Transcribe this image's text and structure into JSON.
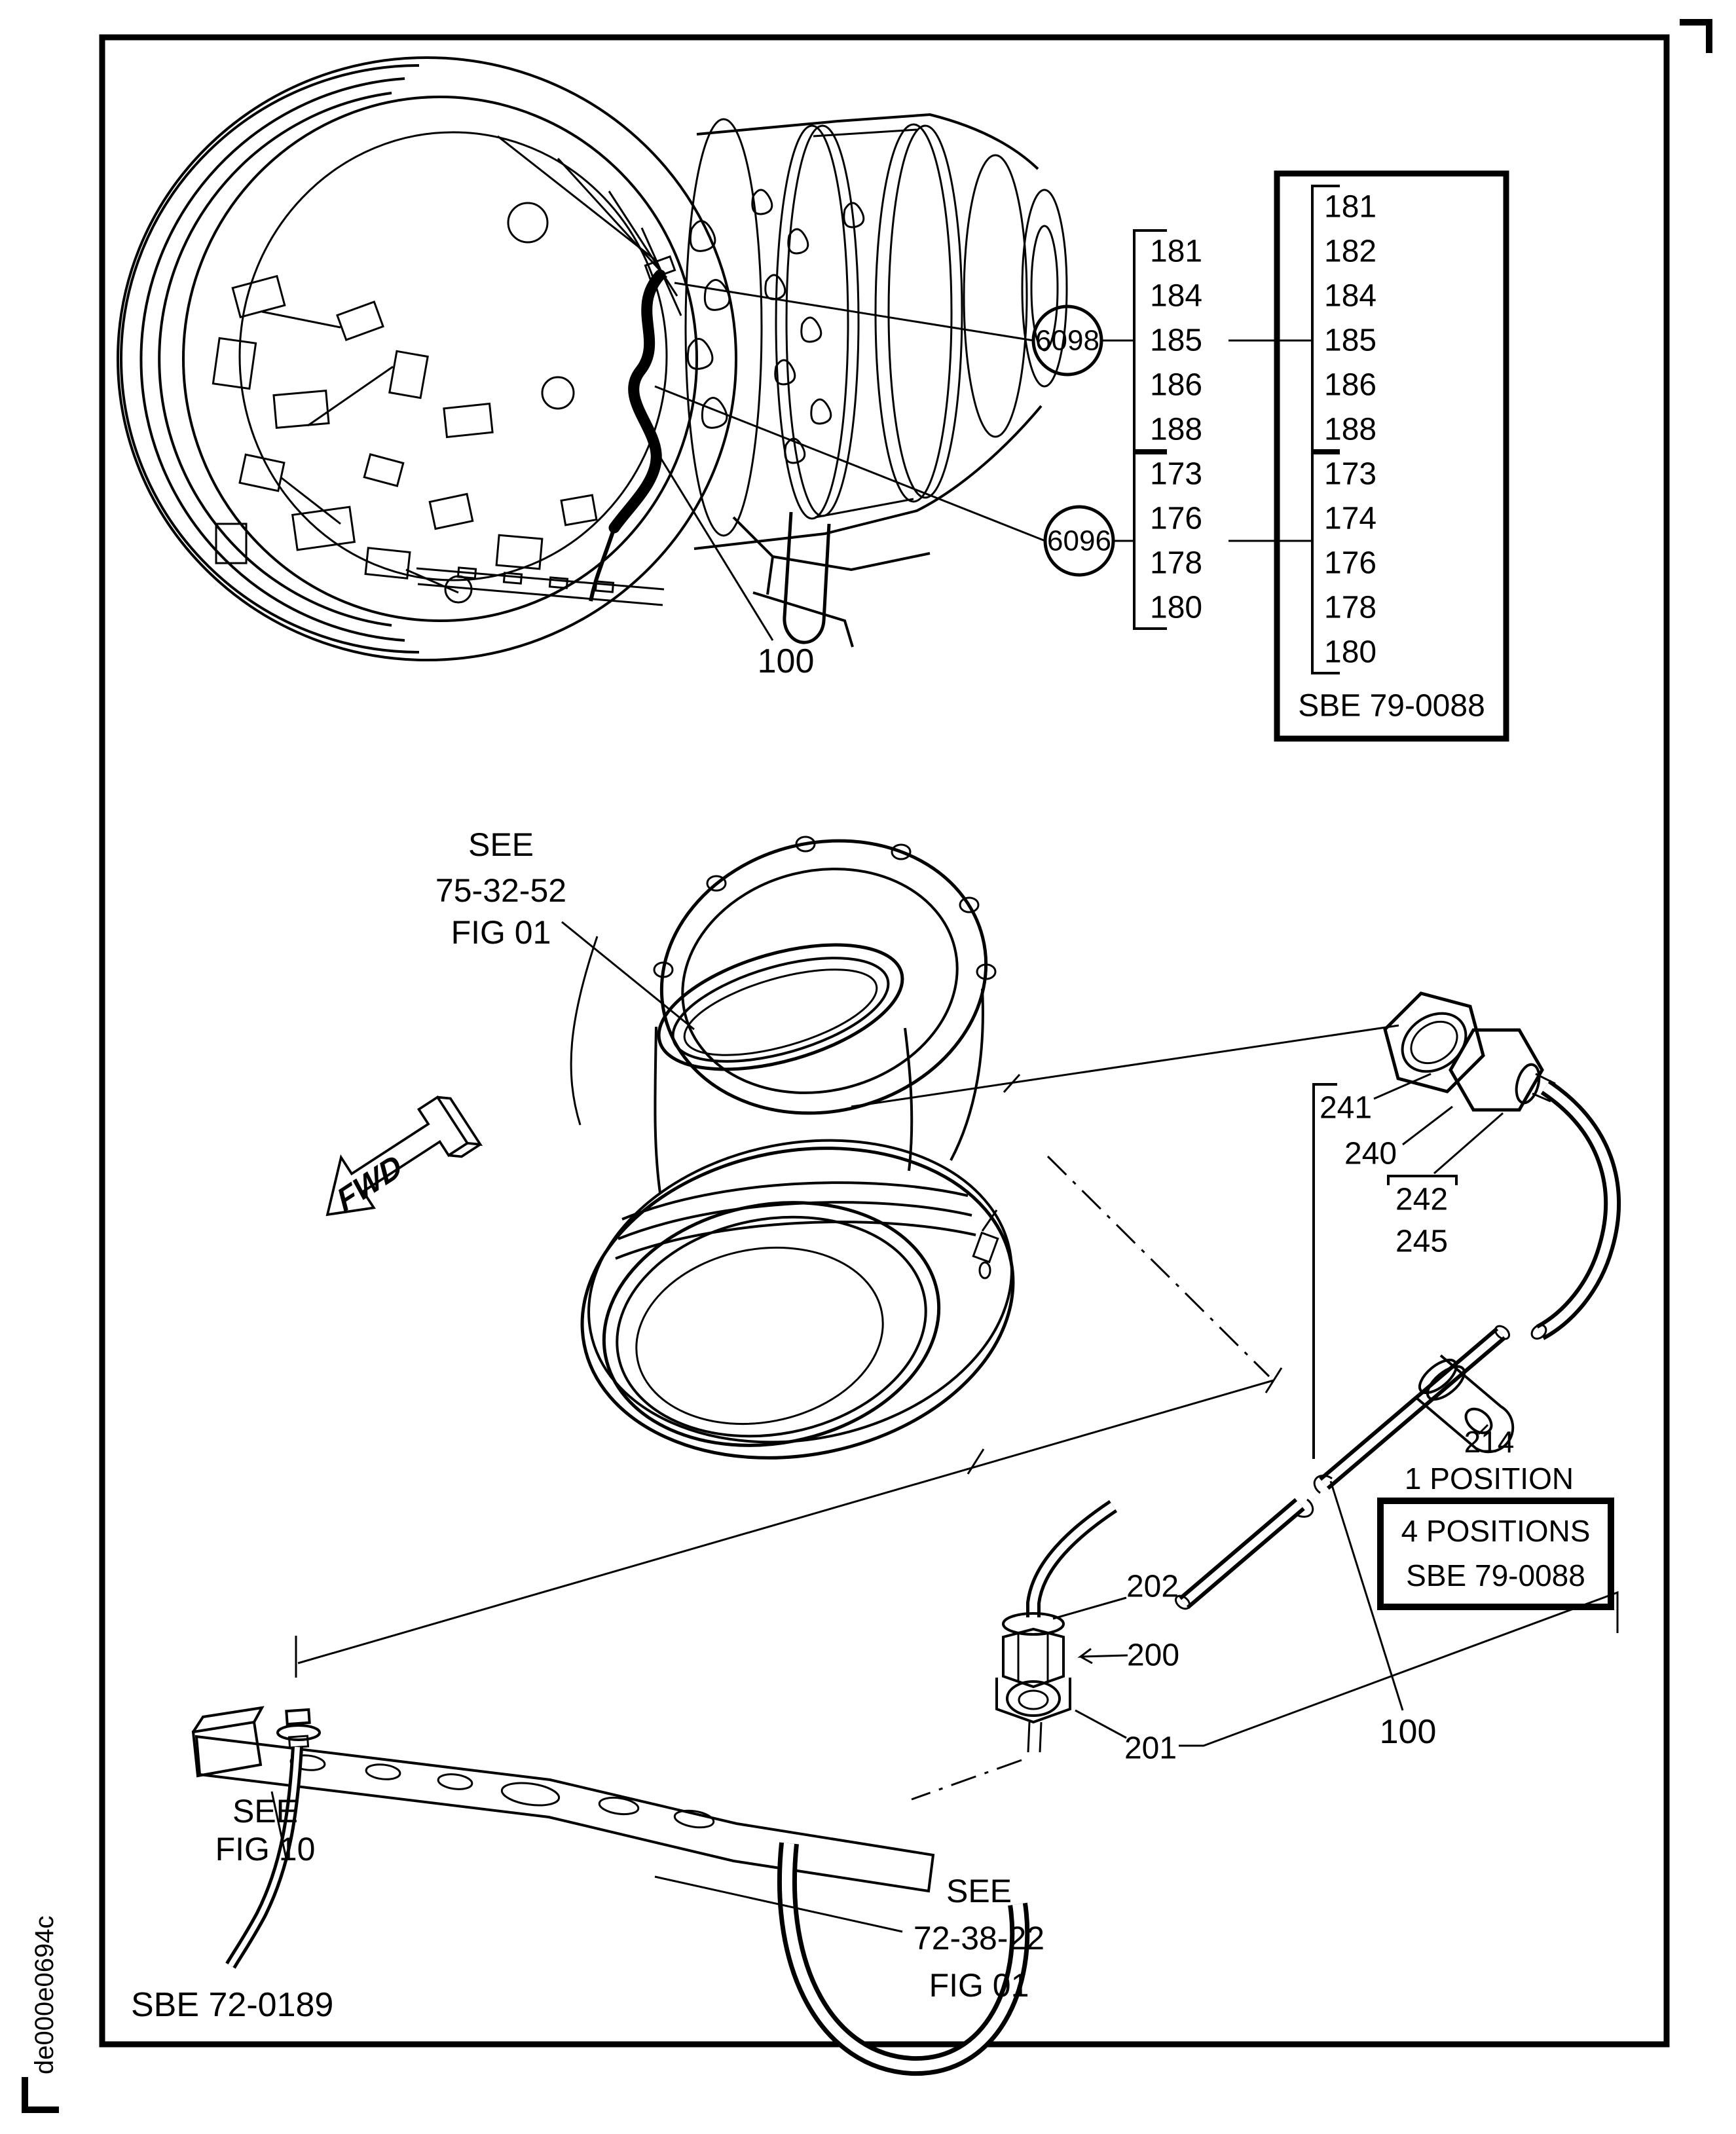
{
  "colors": {
    "ink": "#000000",
    "paper": "#ffffff"
  },
  "frame": {
    "footer_code": "SBE 72-0189",
    "doc_code_vertical": "de000e0694c"
  },
  "engine_callouts": {
    "balloon_6098": "6098",
    "balloon_6096": "6096",
    "list_6098": [
      "181",
      "184",
      "185",
      "186",
      "188"
    ],
    "list_6096": [
      "173",
      "176",
      "178",
      "180"
    ],
    "part_100": "100"
  },
  "effectivity_box": {
    "list_a": [
      "181",
      "182",
      "184",
      "185",
      "186",
      "188"
    ],
    "list_b": [
      "173",
      "174",
      "176",
      "178",
      "180"
    ],
    "code": "SBE 79-0088"
  },
  "duct_ref": {
    "l1": "SEE",
    "l2": "75-32-52",
    "l3": "FIG 01"
  },
  "fwd": "FWD",
  "tube_callouts": {
    "p241": "241",
    "p240": "240",
    "p242": "242",
    "p245": "245",
    "p214": "214",
    "pos_note": "1 POSITION",
    "pos_box_l1": "4 POSITIONS",
    "pos_box_l2": "SBE 79-0088",
    "p202": "202",
    "p200": "200",
    "p201": "201",
    "p100": "100"
  },
  "bracket_ref": {
    "l1": "SEE",
    "l2": "FIG 10"
  },
  "clamp_ref": {
    "l1": "SEE",
    "l2": "72-38-22",
    "l3": "FIG 01"
  }
}
